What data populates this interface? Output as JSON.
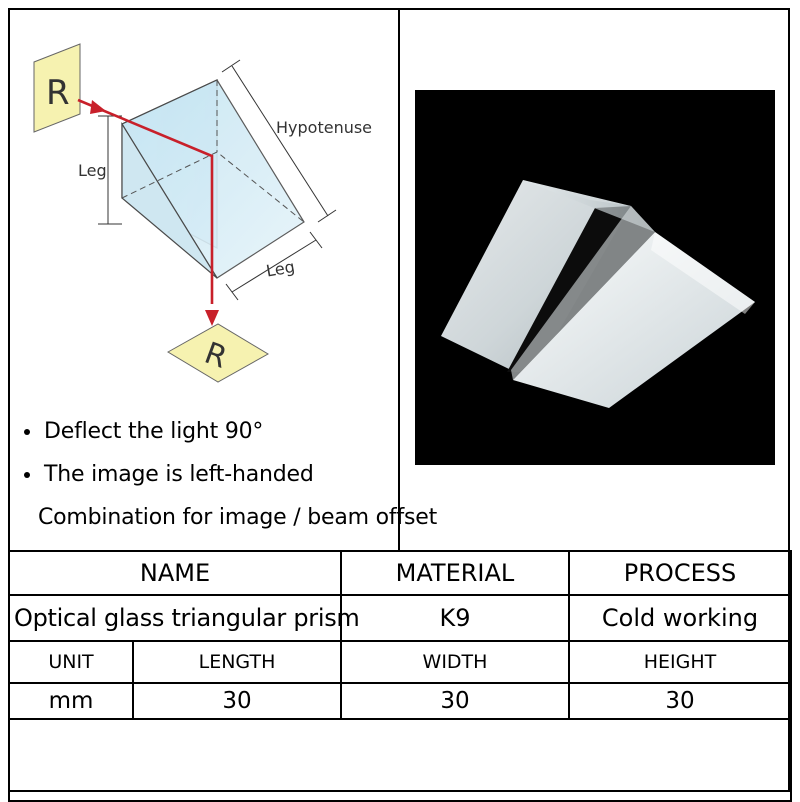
{
  "diagram": {
    "input_letter": "R",
    "output_letter": "R",
    "label_hypotenuse": "Hypotenuse",
    "label_leg_vertical": "Leg",
    "label_leg_bottom": "Leg",
    "beam_color": "#c8202a"
  },
  "features": [
    "Deflect the light 90°",
    "The image is left-handed",
    "Combination for image / beam offset"
  ],
  "table": {
    "headers": {
      "name": "NAME",
      "material": "MATERIAL",
      "process": "PROCESS"
    },
    "values": {
      "name": "Optical glass triangular prism",
      "material": "K9",
      "process": "Cold working"
    },
    "dim_headers": {
      "unit": "UNIT",
      "length": "LENGTH",
      "width": "WIDTH",
      "height": "HEIGHT"
    },
    "dim_values": {
      "unit": "mm",
      "length": "30",
      "width": "30",
      "height": "30"
    }
  }
}
